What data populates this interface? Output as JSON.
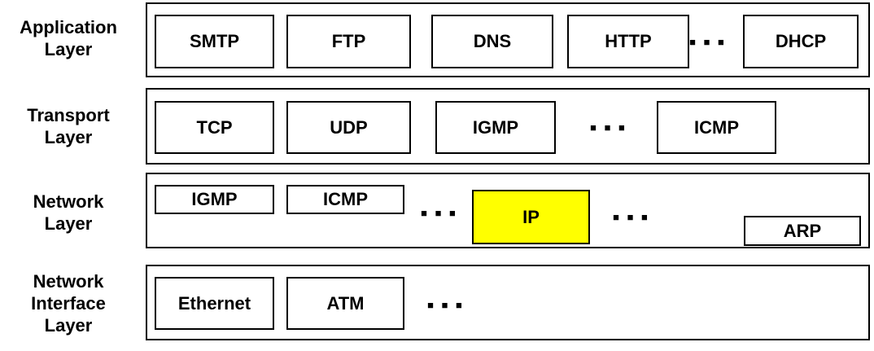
{
  "colors": {
    "highlight": "#FFFF00",
    "border": "#000000",
    "background": "#FFFFFF",
    "text": "#000000"
  },
  "icons": {
    "ellipsis": "■ ■ ■"
  },
  "layers": [
    {
      "label": "Application\nLayer",
      "boxes": [
        "SMTP",
        "FTP",
        "DNS",
        "HTTP",
        "DHCP"
      ]
    },
    {
      "label": "Transport\nLayer",
      "boxes": [
        "TCP",
        "UDP",
        "IGMP",
        "ICMP"
      ]
    },
    {
      "label": "Network\nLayer",
      "boxes": [
        "IGMP",
        "ICMP",
        "IP",
        "ARP"
      ],
      "highlighted_box": "IP"
    },
    {
      "label": "Network\nInterface\nLayer",
      "boxes": [
        "Ethernet",
        "ATM"
      ]
    }
  ]
}
